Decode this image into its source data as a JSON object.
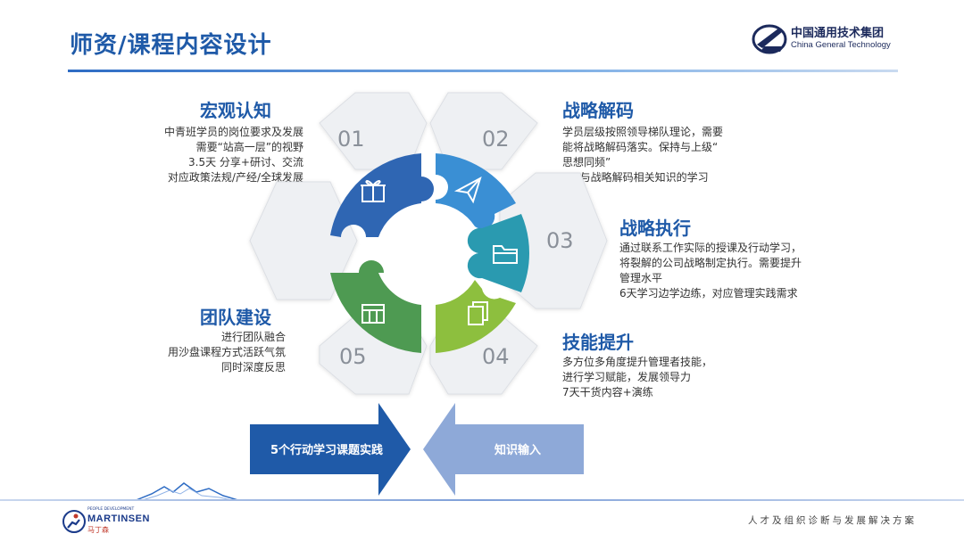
{
  "header": {
    "title": "师资/课程内容设计",
    "logo_cn": "中国通用技术集团",
    "logo_en": "China General Technology"
  },
  "sections": [
    {
      "id": "01",
      "title": "宏观认知",
      "lines": [
        "中青班学员的岗位要求及发展",
        "需要“站高一层”的视野",
        "3.5天 分享+研讨、交流",
        "对应政策法规/产经/全球发展"
      ],
      "icon": "gift-icon",
      "color": "#2f66b3"
    },
    {
      "id": "02",
      "title": "战略解码",
      "lines": [
        "学员层级按照领导梯队理论，需要",
        "能将战略解码落实。保持与上级“",
        "思想同频”",
        "5天与战略解码相关知识的学习"
      ],
      "icon": "paper-plane-icon",
      "color": "#3a8fd4"
    },
    {
      "id": "03",
      "title": "战略执行",
      "lines": [
        "通过联系工作实际的授课及行动学习，",
        "将裂解的公司战略制定执行。需要提升",
        "管理水平",
        "6天学习边学边练，对应管理实践需求"
      ],
      "icon": "folder-icon",
      "color": "#2a9ab0"
    },
    {
      "id": "04",
      "title": "技能提升",
      "lines": [
        "多方位多角度提升管理者技能，",
        "进行学习赋能，发展领导力",
        "7天干货内容+演练"
      ],
      "icon": "documents-icon",
      "color": "#8dbf3e"
    },
    {
      "id": "05",
      "title": "团队建设",
      "lines": [
        "进行团队融合",
        "用沙盘课程方式活跃气氛",
        "同时深度反思"
      ],
      "icon": "store-icon",
      "color": "#4e9a52"
    }
  ],
  "arrows": {
    "left_label": "5个行动学习课题实践",
    "right_label": "知识输入",
    "left_color": "#1f5aa8",
    "right_color": "#8ea9d8"
  },
  "footer": {
    "slogan": "人才及组织诊断与发展解决方案",
    "brand_name": "MARTINSEN",
    "brand_cn": "马丁森",
    "brand_small": "PEOPLE DEVELOPMENT"
  }
}
